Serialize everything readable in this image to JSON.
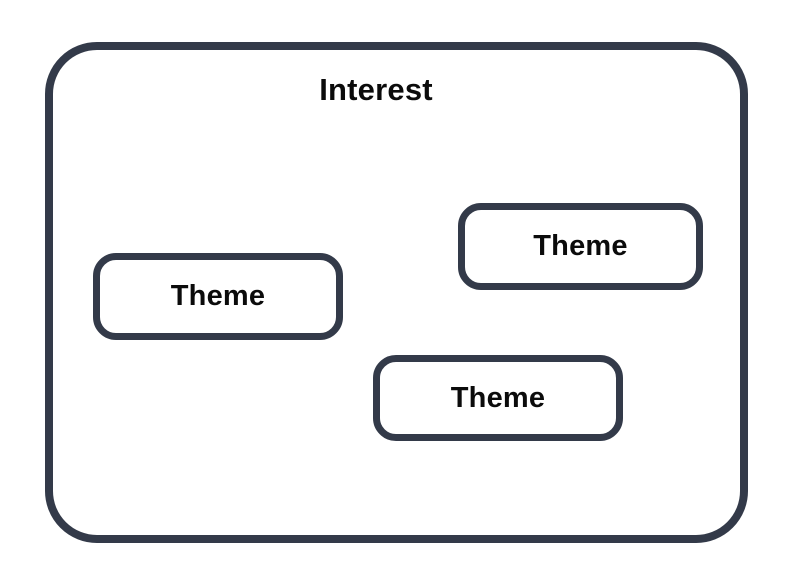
{
  "diagram": {
    "container": {
      "label": "Interest"
    },
    "themes": [
      {
        "label": "Theme",
        "position": "left"
      },
      {
        "label": "Theme",
        "position": "top-right"
      },
      {
        "label": "Theme",
        "position": "bottom-center"
      }
    ],
    "colors": {
      "border": "#333a49",
      "background": "#ffffff",
      "text": "#0b0b0b"
    }
  }
}
